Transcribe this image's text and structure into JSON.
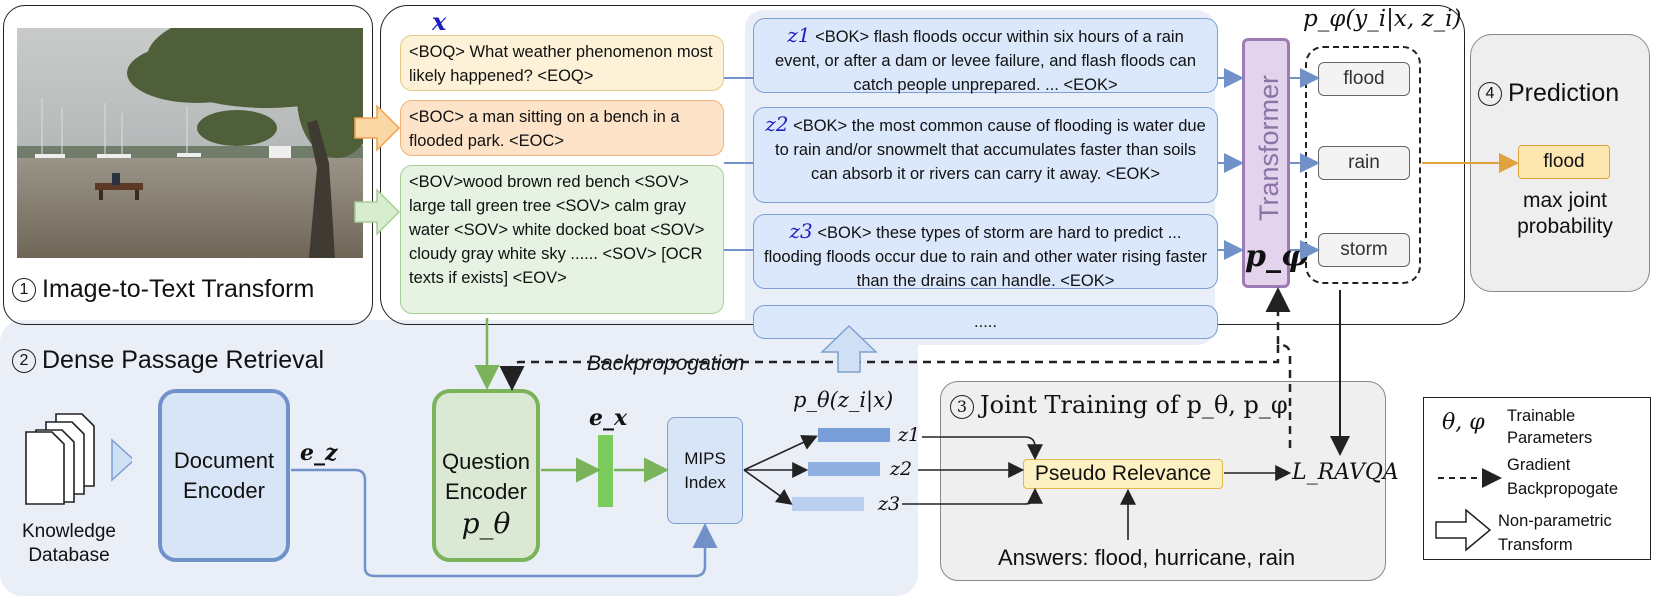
{
  "step1": {
    "number": "1",
    "title": "Image-to-Text Transform"
  },
  "step2": {
    "number": "2",
    "title": "Dense Passage Retrieval"
  },
  "step3": {
    "number": "3",
    "title": "Joint Training of p_θ, p_φ"
  },
  "step4": {
    "number": "4",
    "title": "Prediction"
  },
  "x_label": "x",
  "question": "<BOQ> What weather phenomenon most likely happened? <EOQ>",
  "caption": "<BOC> a man sitting on a bench in a flooded park. <EOC>",
  "visual": "<BOV>wood brown red bench <SOV> large tall green tree <SOV> calm gray water <SOV> white docked boat <SOV> cloudy gray white sky ...... <SOV> [OCR texts if exists] <EOV>",
  "knowledge": [
    {
      "z": "z1",
      "text": "<BOK> flash floods occur within six hours of a rain event, or after a dam or levee failure, and flash floods can catch people unprepared. ... <EOK>"
    },
    {
      "z": "z2",
      "text": "<BOK> the most common cause of flooding is water due to rain and/or snowmelt that accumulates faster than soils can absorb it or rivers can carry it away. <EOK>"
    },
    {
      "z": "z3",
      "text": "<BOK> these types of storm are hard to predict ... flooding floods occur due to rain and other water rising faster than the drains can handle. <EOK>"
    }
  ],
  "knowledge_more": ".....",
  "transformer": {
    "label": "Transformer",
    "param": "p_φ"
  },
  "output_dist": "p_φ(y_i|x, z_i)",
  "answer_candidates": [
    "flood",
    "rain",
    "storm"
  ],
  "prediction": {
    "answer": "flood",
    "note": "max joint probability"
  },
  "backprop_label": "Backpropogation",
  "retrieval": {
    "knowledge_db": "Knowledge Database",
    "doc_encoder": "Document Encoder",
    "ez": "e_z",
    "question_encoder": "Question Encoder",
    "q_param": "p_θ",
    "ex": "e_x",
    "mips": "MIPS Index",
    "dist_label": "p_θ(z_i|x)",
    "retrieved": [
      "z1",
      "z2",
      "z3"
    ]
  },
  "joint": {
    "pseudo": "Pseudo Relevance",
    "loss": "L_RAVQA",
    "answers": "Answers: flood, hurricane, rain"
  },
  "legend": {
    "params_symbol": "θ, φ",
    "params_text": "Trainable Parameters",
    "gradient_text": "Gradient Backpropogate",
    "nonparam_text": "Non-parametric Transform"
  },
  "colors": {
    "question": "#fdf2d7",
    "caption": "#fde3c8",
    "visual": "#e6f2e2",
    "knowledge": "#dbe8fb",
    "encoder_blue": "#7092c9",
    "encoder_green": "#7ab35a",
    "transformer": "#e4d3ec",
    "pseudo": "#fdf0c3"
  }
}
